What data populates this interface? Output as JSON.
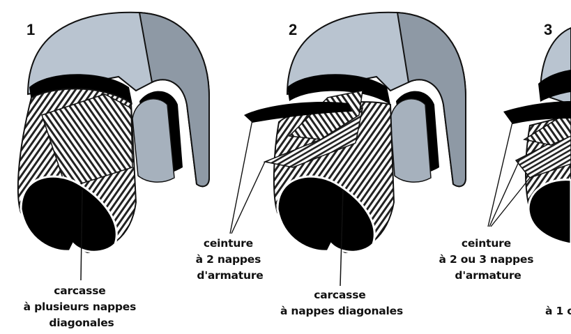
{
  "figures": [
    {
      "number": "1",
      "carcass_label": [
        "carcasse",
        "à plusieurs nappes",
        "diagonales"
      ]
    },
    {
      "number": "2",
      "belt_label": [
        "ceinture",
        "à 2 nappes",
        "d'armature"
      ],
      "carcass_label": [
        "carcasse",
        "à nappes diagonales"
      ]
    },
    {
      "number": "3",
      "belt_label": [
        "ceinture",
        "à 2 ou 3 nappes",
        "d'armature"
      ],
      "carcass_label_partial": "à 1 c"
    }
  ],
  "colors": {
    "tread": "#b9c4d0",
    "sidewall": "#9aa5b1",
    "ply": "#ffffff",
    "stripe": "#222222",
    "bead": "#000000"
  }
}
